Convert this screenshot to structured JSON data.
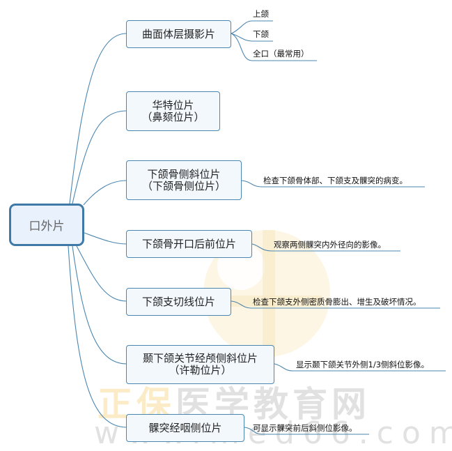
{
  "root": {
    "label": "口外片"
  },
  "branches": [
    {
      "label": "曲面体层摄影片",
      "children": [
        "上颌",
        "下颌",
        "全口（最常用）"
      ]
    },
    {
      "label": "华特位片\n（鼻颏位片）",
      "children": []
    },
    {
      "label": "下颌骨侧斜位片\n（下颌骨侧位片）",
      "children": [
        "检查下颌骨体部、下颌支及髁突的病变。"
      ]
    },
    {
      "label": "下颌骨开口后前位片",
      "children": [
        "观察两侧髁突内外径向的影像。"
      ]
    },
    {
      "label": "下颌支切线位片",
      "children": [
        "检查下颌支外侧密质骨膨出、增生及破坏情况。"
      ]
    },
    {
      "label": "颞下颌关节经颅侧斜位片\n（许勒位片）",
      "children": [
        "显示颞下颌关节外侧1/3侧斜位影像。"
      ]
    },
    {
      "label": "髁突经咽侧位片",
      "children": [
        "可显示髁突前后斜侧位影像。"
      ]
    }
  ],
  "watermark": {
    "brand_part1": "正保",
    "brand_part2": "医学教育网",
    "url": "www.med66.com"
  },
  "colors": {
    "line": "#4a86b0",
    "node_fill": "#f3f8fd",
    "root_border": "#3f7aa6",
    "root_fill": "#e9f2fc"
  }
}
